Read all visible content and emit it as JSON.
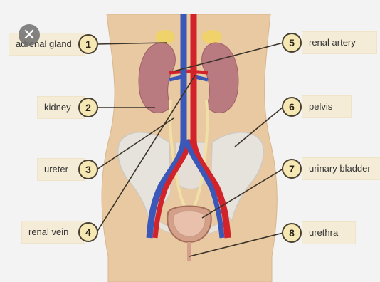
{
  "labels": {
    "adrenal_gland": "adrenal gland",
    "kidney": "kidney",
    "ureter": "ureter",
    "renal_vein": "renal vein",
    "renal_artery": "renal artery",
    "pelvis": "pelvis",
    "urinary_bladder": "urinary bladder",
    "urethra": "urethra"
  },
  "numbers": {
    "n1": "1",
    "n2": "2",
    "n3": "3",
    "n4": "4",
    "n5": "5",
    "n6": "6",
    "n7": "7",
    "n8": "8"
  },
  "close_glyph": "✕",
  "colors": {
    "body": "#e8c9a2",
    "kidney": "#b97a80",
    "artery": "#d3232a",
    "vein": "#3b57b8",
    "adrenal": "#f0d26a",
    "bone": "#e6e2dc",
    "label_bg": "#f4ecd6"
  }
}
